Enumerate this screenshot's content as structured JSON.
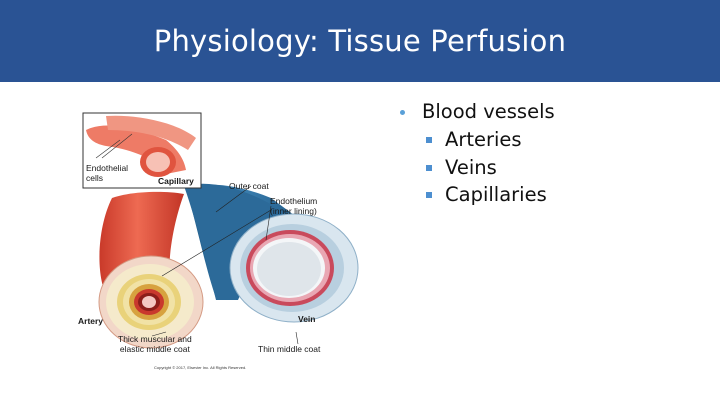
{
  "slide": {
    "title": "Physiology: Tissue Perfusion"
  },
  "figure": {
    "labels": {
      "endothelial_cells": "Endothelial\ncells",
      "capillary": "Capillary",
      "outer_coat": "Outer coat",
      "endothelium": "Endothelium\n(inner lining)",
      "artery": "Artery",
      "vein": "Vein",
      "thick_coat": "Thick muscular and\nelastic middle coat",
      "thin_coat": "Thin middle coat"
    },
    "copyright": "Copyright © 2017, Elsevier Inc. All Rights Reserved."
  },
  "bullets": {
    "main": "Blood vessels",
    "sub": [
      "Arteries",
      "Veins",
      "Capillaries"
    ]
  },
  "colors": {
    "title_bar": "#2a5394",
    "bullet": "#5aa0d8",
    "artery": "#e0533d",
    "vein": "#2f6e9e"
  }
}
